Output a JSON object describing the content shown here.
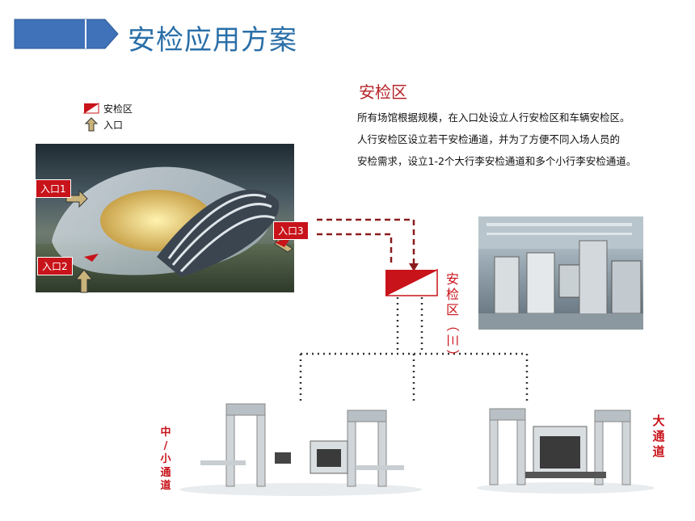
{
  "header": {
    "title": "安检应用方案",
    "banner_color": "#3f72b8",
    "title_color": "#2a6fa8"
  },
  "legend": {
    "items": [
      {
        "icon": "security-zone-flag-icon",
        "label": "安检区"
      },
      {
        "icon": "entrance-arrow-icon",
        "label": "入口"
      }
    ]
  },
  "stadium": {
    "entrances": [
      "入口1",
      "入口2",
      "入口3"
    ]
  },
  "section": {
    "title": "安检区",
    "lines": [
      "所有场馆根据规模，在入口处设立人行安检区和车辆安检区。",
      "人行安检区设立若干安检通道，并为了方便不同入场人员的",
      "安检需求，设立1-2个大行李安检通道和多个小行李安检通道。"
    ]
  },
  "zone": {
    "label_chars": [
      "安",
      "检",
      "区",
      "（",
      "三",
      "）"
    ]
  },
  "lanes": {
    "small": {
      "chars": [
        "中",
        "/",
        "小",
        "通",
        "道"
      ]
    },
    "large": {
      "chars": [
        "大",
        "通",
        "道"
      ]
    }
  },
  "colors": {
    "accent_red": "#c8131a",
    "connector_dark_red": "#8b1c1c",
    "dotted_line": "#333333"
  }
}
